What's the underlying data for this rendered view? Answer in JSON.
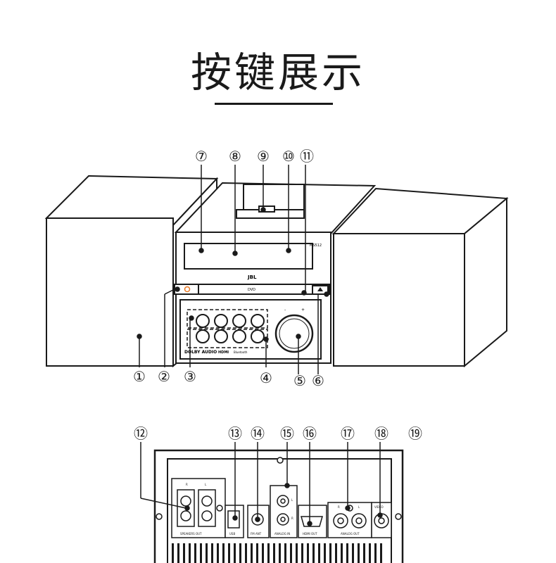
{
  "title": "按键展示",
  "front_callouts": [
    "①",
    "②",
    "③",
    "④",
    "⑤",
    "⑥",
    "⑦",
    "⑧",
    "⑨",
    "⑩",
    "⑪"
  ],
  "rear_callouts": [
    "⑫",
    "⑬",
    "⑭",
    "⑮",
    "⑯",
    "⑰",
    "⑱",
    "⑲"
  ],
  "front_panel": {
    "model_label": "MS512",
    "brand": "JBL",
    "disc_label": "DVD",
    "dolby_label": "DOLBY AUDIO",
    "hdmi_label": "HDMI",
    "bluetooth_label": "Bluetooth",
    "knob_minus": "-",
    "knob_plus": "+"
  },
  "rear_panel": {
    "speaker_r": "R",
    "speaker_l": "L",
    "speakers_out": "SPEAKERS OUT",
    "usb": "USB",
    "fm_ant": "FM ANT",
    "analog_in": "ANALOG IN",
    "analog_in_l": "L",
    "analog_in_r": "R",
    "hdmi_out": "HDMI OUT",
    "analog_out": "ANALOG OUT",
    "analog_out_r": "R",
    "analog_out_l": "L",
    "video": "VIDEO"
  }
}
